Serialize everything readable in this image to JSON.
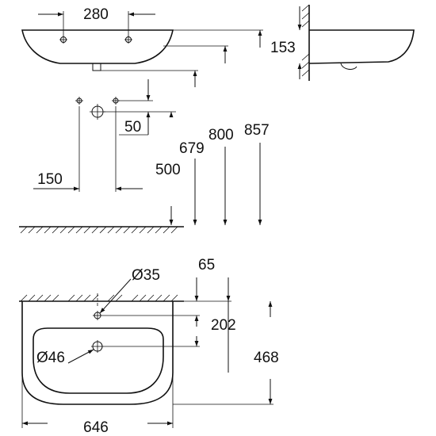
{
  "dimensions": {
    "tap_hole_spacing": "280",
    "wall_projection_top": "153",
    "hole_offset": "50",
    "trap_spacing": "150",
    "waste_height": "500",
    "inlet_height": "679",
    "rim_height": "800",
    "overall_height": "857",
    "tap_hole_diameter": "Ø35",
    "tap_hole_offset": "65",
    "tap_hole_depth": "202",
    "basin_depth": "468",
    "waste_diameter": "Ø46",
    "basin_width": "646"
  },
  "colors": {
    "line": "#111111",
    "background": "#ffffff"
  }
}
